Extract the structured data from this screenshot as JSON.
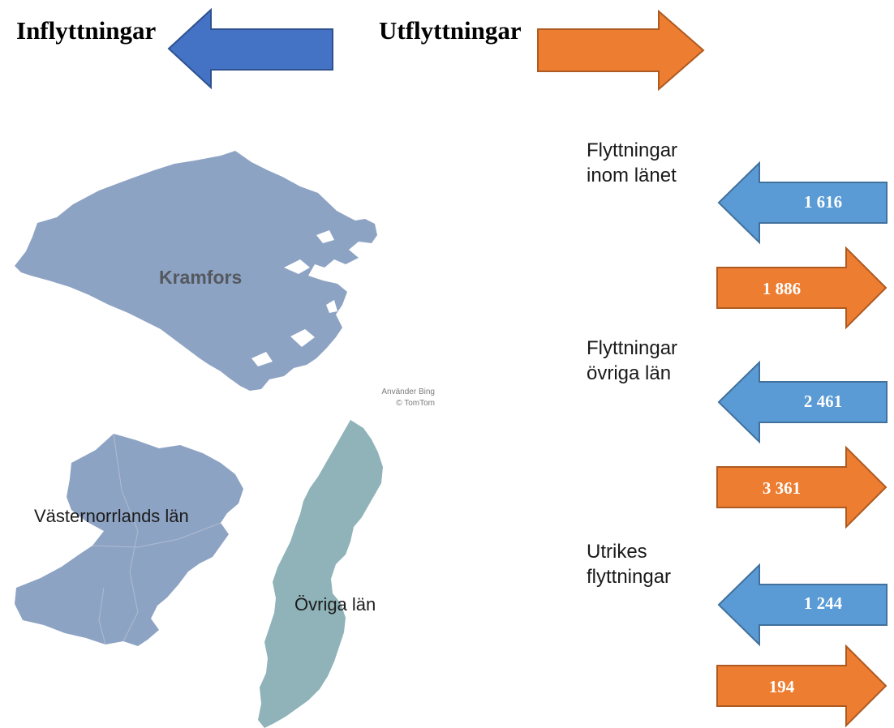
{
  "legend": {
    "inflow_label": "Inflyttningar",
    "outflow_label": "Utflyttningar",
    "inflow_color": "#4472C4",
    "outflow_color": "#ED7D31"
  },
  "map": {
    "municipality_label": "Kramfors",
    "county_label": "Västernorrlands län",
    "other_label": "Övriga län",
    "attribution_line1": "Använder Bing",
    "attribution_line2": "© TomTom",
    "municipality_color": "#8DA3C3",
    "county_color": "#8DA3C3",
    "other_color": "#8FB3B8"
  },
  "categories": [
    {
      "label_line1": "Flyttningar",
      "label_line2": "inom länet",
      "inflow_value": "1 616",
      "outflow_value": "1 886"
    },
    {
      "label_line1": "Flyttningar",
      "label_line2": "övriga län",
      "inflow_value": "2 461",
      "outflow_value": "3 361"
    },
    {
      "label_line1": "Utrikes",
      "label_line2": "flyttningar",
      "inflow_value": "1 244",
      "outflow_value": "194"
    }
  ],
  "arrow_colors": {
    "inflow": "#5B9BD5",
    "outflow": "#ED7D31"
  }
}
